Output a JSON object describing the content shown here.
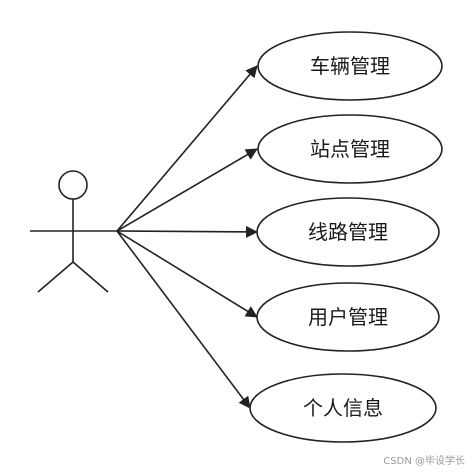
{
  "use_cases": [
    {
      "id": "vehicle-management",
      "label": "车辆管理"
    },
    {
      "id": "station-management",
      "label": "站点管理"
    },
    {
      "id": "route-management",
      "label": "线路管理"
    },
    {
      "id": "user-management",
      "label": "用户管理"
    },
    {
      "id": "personal-info",
      "label": "个人信息"
    }
  ],
  "watermark": "CSDN @毕设学长"
}
